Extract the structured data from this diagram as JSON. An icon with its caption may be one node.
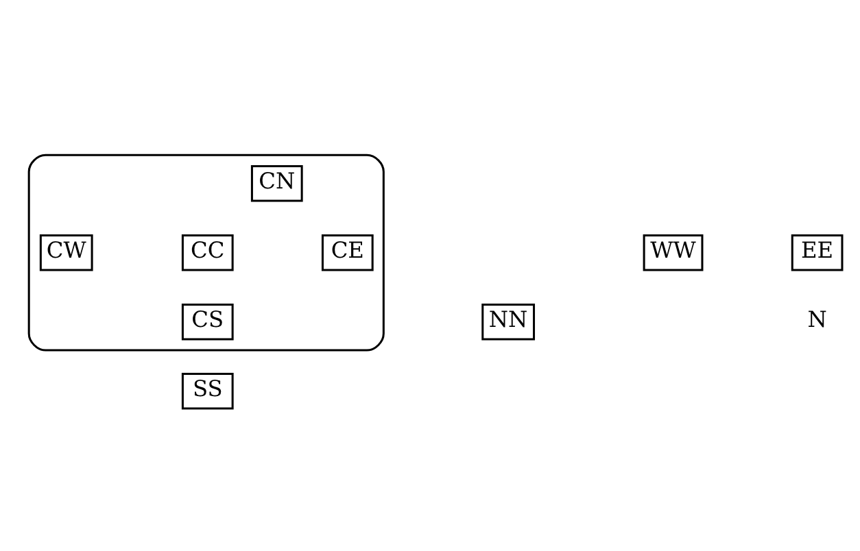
{
  "diagram": {
    "nodes": [
      {
        "text": [],
        "shape": "ellipse"
      },
      {
        "text": [
          "NN"
        ]
      },
      {
        "text": [
          "CN"
        ],
        "in": 0
      },
      {
        "text": [
          "WW"
        ]
      },
      {
        "text": [
          "CW"
        ],
        "in": 0
      },
      {
        "text": [
          "CC"
        ],
        "in": 0
      },
      {
        "text": [
          "CE"
        ],
        "in": 0
      },
      {
        "text": [
          "EE"
        ]
      },
      {
        "text": [
          "CS"
        ],
        "in": 0
      },
      {
        "text": [
          "SS"
        ]
      }
    ],
    "edges": [],
    "labels": [
      "N"
    ]
  }
}
